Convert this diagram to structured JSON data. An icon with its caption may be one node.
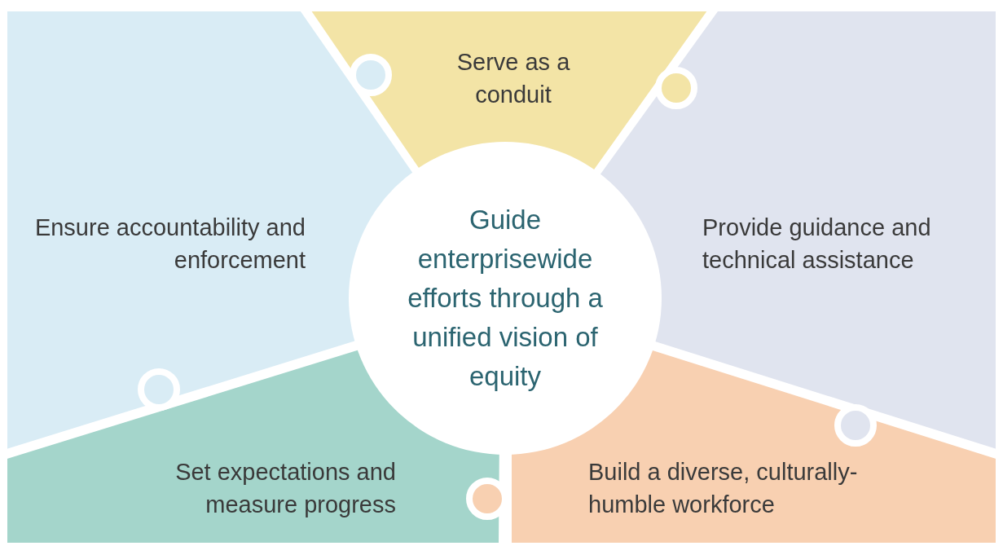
{
  "diagram": {
    "nodes": [
      {
        "text": [
          "Serve as a conduit"
        ]
      },
      {
        "text": [
          "Ensure accountability and enforcement"
        ]
      },
      {
        "text": [
          "Guide enterprisewide efforts through a unified vision of equity"
        ]
      },
      {
        "text": [
          "Provide guidance and technical assistance"
        ]
      },
      {
        "text": [
          "Set expectations and measure progress"
        ]
      },
      {
        "text": [
          "Build a diverse, culturally-humble workforce"
        ]
      }
    ]
  }
}
